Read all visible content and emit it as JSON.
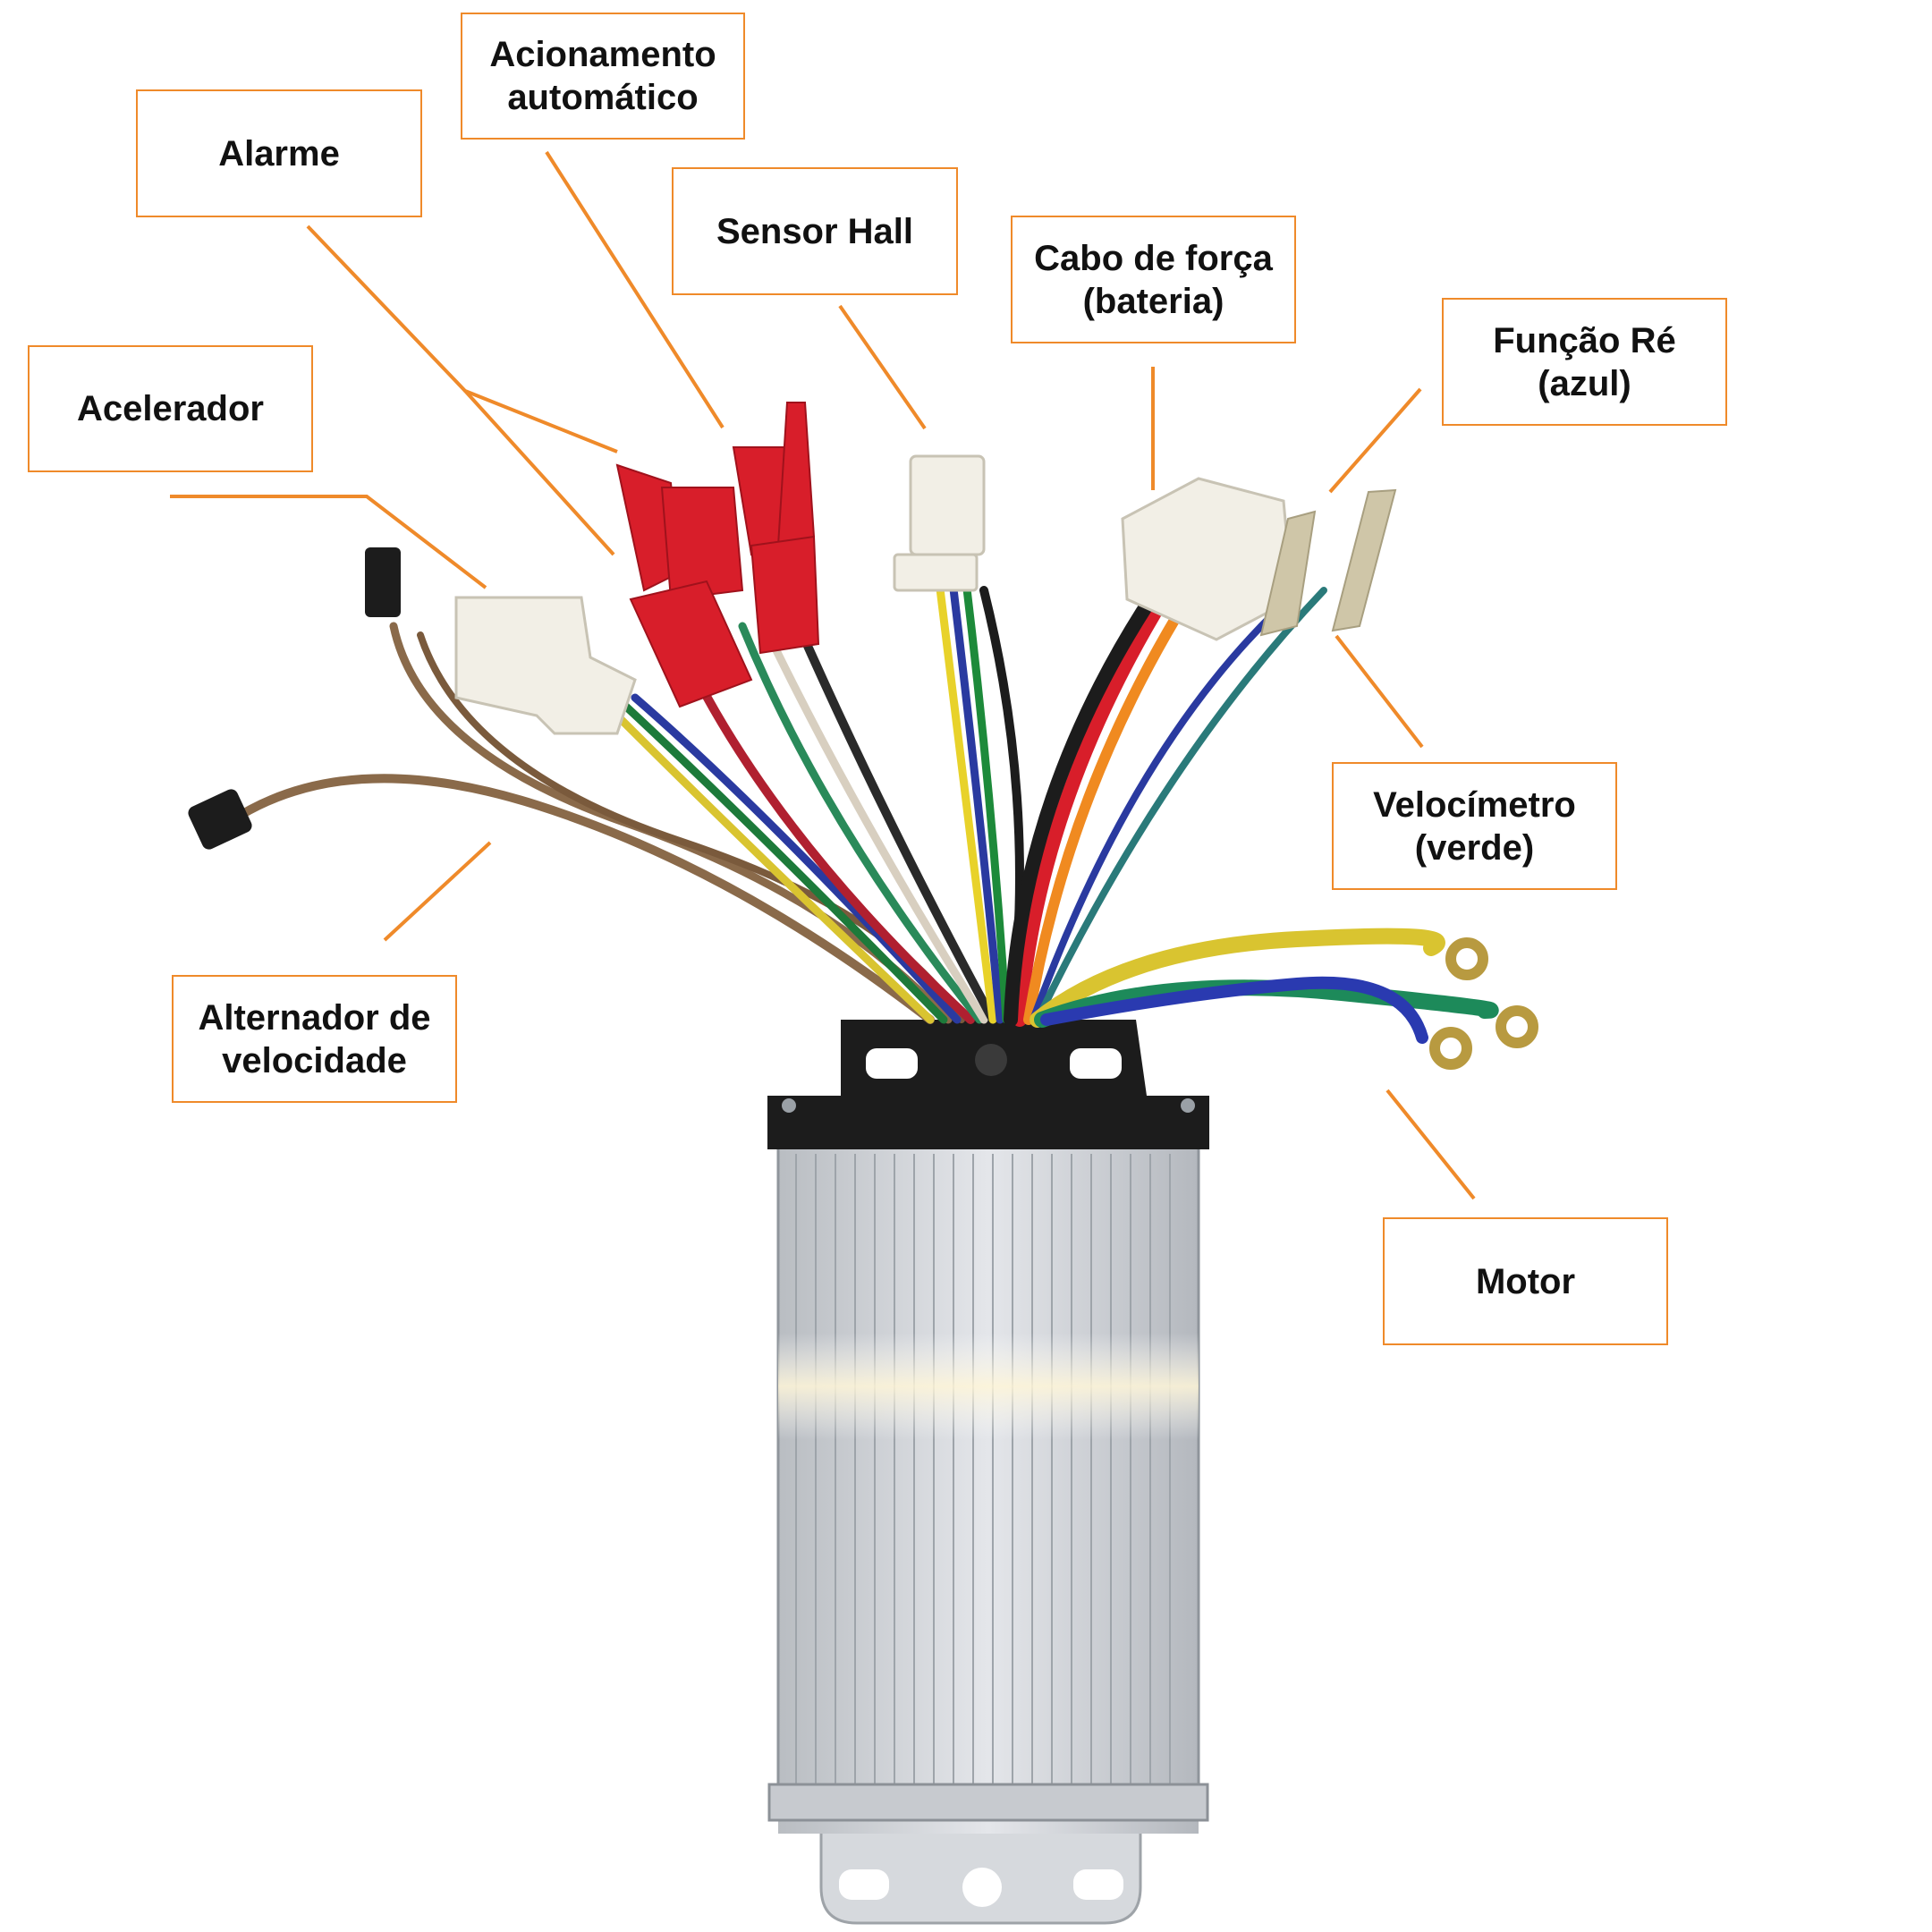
{
  "labels": {
    "acionamento": "Acionamento\nautomático",
    "alarme": "Alarme",
    "sensor_hall": "Sensor Hall",
    "cabo_forca": "Cabo de força\n(bateria)",
    "funcao_re": "Função Ré\n(azul)",
    "acelerador": "Acelerador",
    "velocimetro": "Velocímetro\n(verde)",
    "alternador": "Alternador de\nvelocidade",
    "motor": "Motor"
  },
  "colors": {
    "leader": "#ef8a2a",
    "label_border": "#ef8a2a",
    "label_text": "#111111",
    "housing": "#c8ccd0",
    "bracket": "#1c1c1c",
    "connector_red": "#d81e2a",
    "connector_white": "#f2efe6"
  }
}
